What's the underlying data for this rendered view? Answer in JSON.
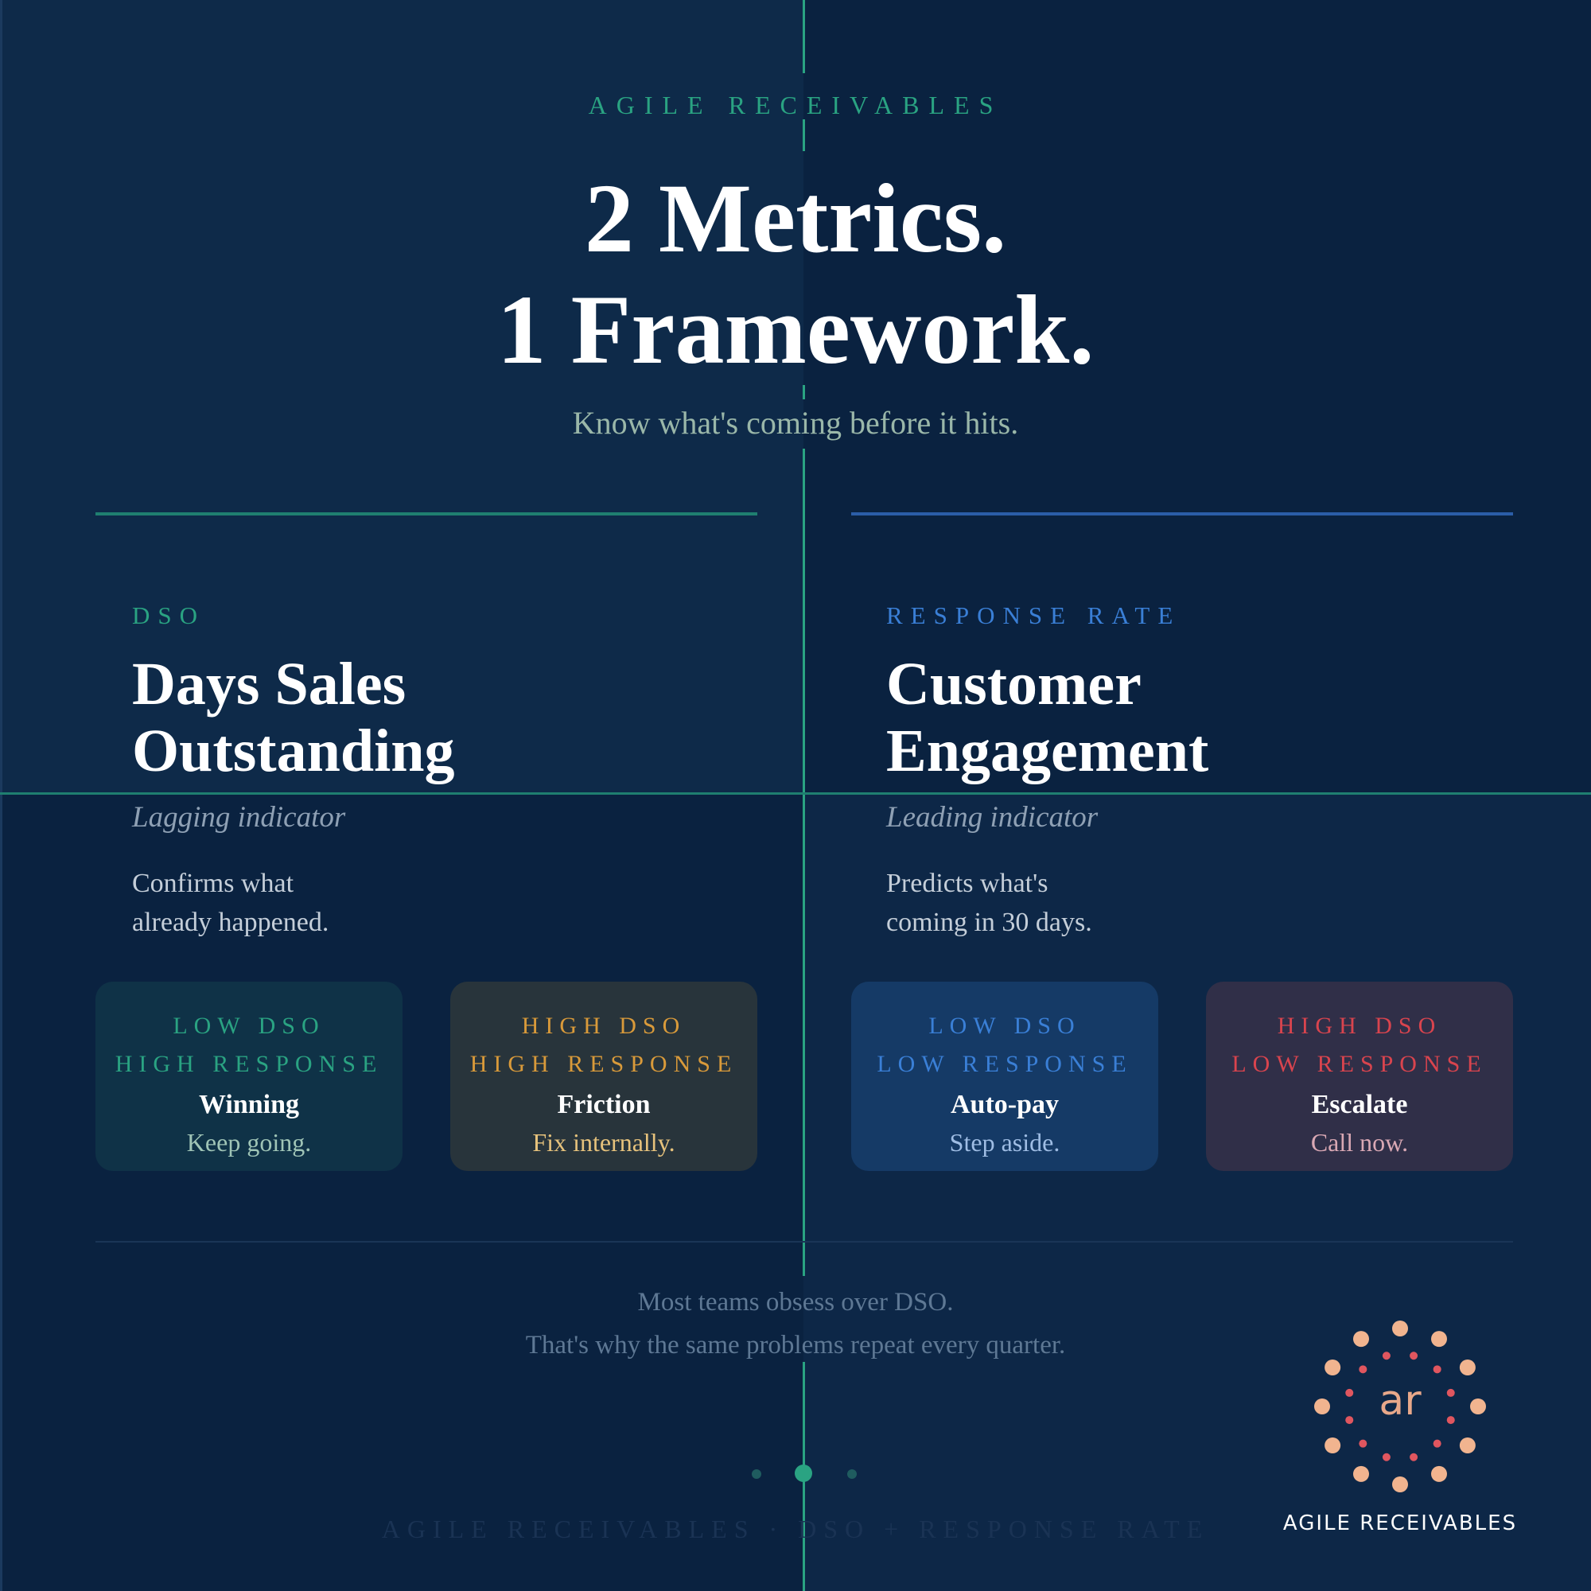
{
  "brand": "AGILE RECEIVABLES",
  "headline": {
    "line1": "2 Metrics.",
    "line2": "1 Framework."
  },
  "tagline": "Know what's coming before it hits.",
  "left": {
    "kicker": "DSO",
    "title_line1": "Days Sales",
    "title_line2": "Outstanding",
    "indicator": "Lagging indicator",
    "desc_line1": "Confirms what",
    "desc_line2": "already happened."
  },
  "right": {
    "kicker": "RESPONSE RATE",
    "title_line1": "Customer",
    "title_line2": "Engagement",
    "indicator": "Leading indicator",
    "desc_line1": "Predicts what's",
    "desc_line2": "coming in 30 days."
  },
  "cards": [
    {
      "line1": "LOW DSO",
      "line2": "HIGH RESPONSE",
      "name": "Winning",
      "action": "Keep going.",
      "color": "#2aa382"
    },
    {
      "line1": "HIGH DSO",
      "line2": "HIGH RESPONSE",
      "name": "Friction",
      "action": "Fix internally.",
      "color": "#d99a3a"
    },
    {
      "line1": "LOW DSO",
      "line2": "LOW RESPONSE",
      "name": "Auto-pay",
      "action": "Step aside.",
      "color": "#3a7fd6"
    },
    {
      "line1": "HIGH DSO",
      "line2": "LOW RESPONSE",
      "name": "Escalate",
      "action": "Call now.",
      "color": "#d9444e"
    }
  ],
  "footer": {
    "note_line1": "Most teams obsess over DSO.",
    "note_line2": "That's why the same problems repeat every quarter.",
    "brand_line": "AGILE RECEIVABLES · DSO + RESPONSE RATE"
  },
  "logo": {
    "wordmark": "AGILE RECEIVABLES",
    "monogram": "ar",
    "icon": "dotted-circle-logo-icon"
  },
  "pagination": {
    "total": 3,
    "active": 2
  }
}
